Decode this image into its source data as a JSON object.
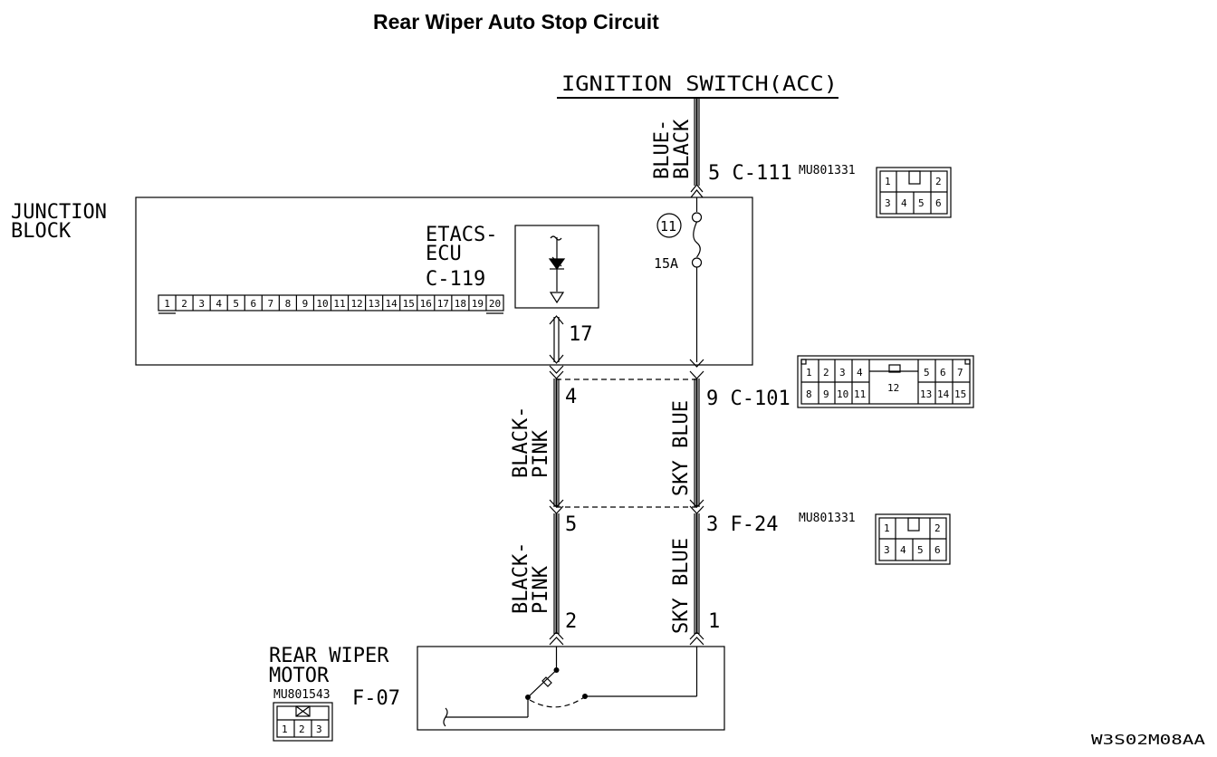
{
  "title": "Rear Wiper Auto Stop Circuit",
  "ignition_switch": "IGNITION SWITCH(ACC)",
  "wires": {
    "blue_black_1": "BLUE-",
    "blue_black_2": "BLACK",
    "black_pink_upper_1": "BLACK-",
    "black_pink_upper_2": "PINK",
    "sky_blue_upper": "SKY BLUE",
    "black_pink_lower_1": "BLACK-",
    "black_pink_lower_2": "PINK",
    "sky_blue_lower": "SKY BLUE"
  },
  "connectors": {
    "c111_label": "5 C-111",
    "c111_part": "MU801331",
    "c111_pins": [
      "1",
      "2",
      "3",
      "4",
      "5",
      "6"
    ],
    "c101_label": "9 C-101",
    "c101_pins": [
      "1",
      "2",
      "3",
      "4",
      "5",
      "6",
      "7",
      "8",
      "9",
      "10",
      "11",
      "12",
      "13",
      "14",
      "15"
    ],
    "f24_label": "3 F-24",
    "f24_part": "MU801331",
    "f24_pins": [
      "1",
      "2",
      "3",
      "4",
      "5",
      "6"
    ],
    "c119_pins": [
      "1",
      "2",
      "3",
      "4",
      "5",
      "6",
      "7",
      "8",
      "9",
      "10",
      "11",
      "12",
      "13",
      "14",
      "15",
      "16",
      "17",
      "18",
      "19",
      "20"
    ],
    "f07_part": "MU801543",
    "f07_pins": [
      "1",
      "2",
      "3"
    ]
  },
  "junction_block": {
    "label_1": "JUNCTION",
    "label_2": "BLOCK",
    "etacs_1": "ETACS-",
    "etacs_2": "ECU",
    "etacs_conn": "C-119",
    "pin_17": "17",
    "fuse_num": "11",
    "fuse_rating": "15A"
  },
  "pins": {
    "p4": "4",
    "p5": "5",
    "p2": "2",
    "p1": "1"
  },
  "motor": {
    "label_1": "REAR WIPER",
    "label_2": "MOTOR",
    "conn": "F-07"
  },
  "code": "W3S02M08AA"
}
